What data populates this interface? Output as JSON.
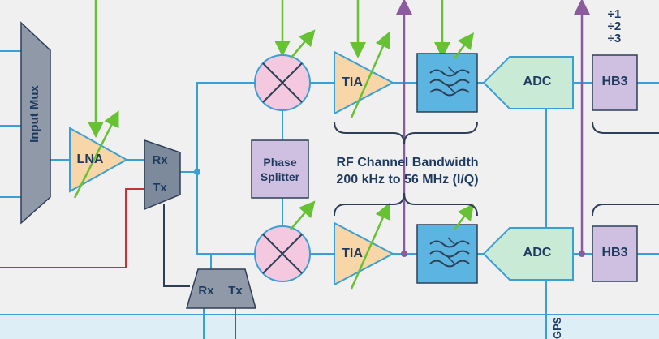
{
  "blocks": {
    "input_mux": "Input Mux",
    "lna": "LNA",
    "switch_rx": "Rx",
    "switch_tx": "Tx",
    "phase_splitter_line1": "Phase",
    "phase_splitter_line2": "Splitter",
    "tia": "TIA",
    "adc": "ADC",
    "hb3": "HB3",
    "bottom_rx": "Rx",
    "bottom_tx": "Tx",
    "gps": "GPS"
  },
  "dividers": [
    "÷1",
    "÷2",
    "÷3"
  ],
  "bandwidth": {
    "line1": "RF Channel Bandwidth",
    "line2": "200 kHz to 56 MHz (I/Q)"
  },
  "colors": {
    "background": "#f0f0f0",
    "bottom_band": "#ddeef7",
    "wire": "#3a9fd4",
    "red_wire": "#c0333a",
    "dark_wire": "#2e3f55",
    "green_arrow": "#66c232",
    "purple_wire": "#8b5a9f",
    "amp_fill": "#f9d6a8",
    "mixer_fill": "#f4c9df",
    "filter_fill": "#5bb5e0",
    "adc_fill": "#c9ead5",
    "hb_fill": "#cfc0e2",
    "mux_fill": "#8f99a8",
    "switch_fill": "#7d8a9c",
    "label": "#1e3a5f"
  }
}
